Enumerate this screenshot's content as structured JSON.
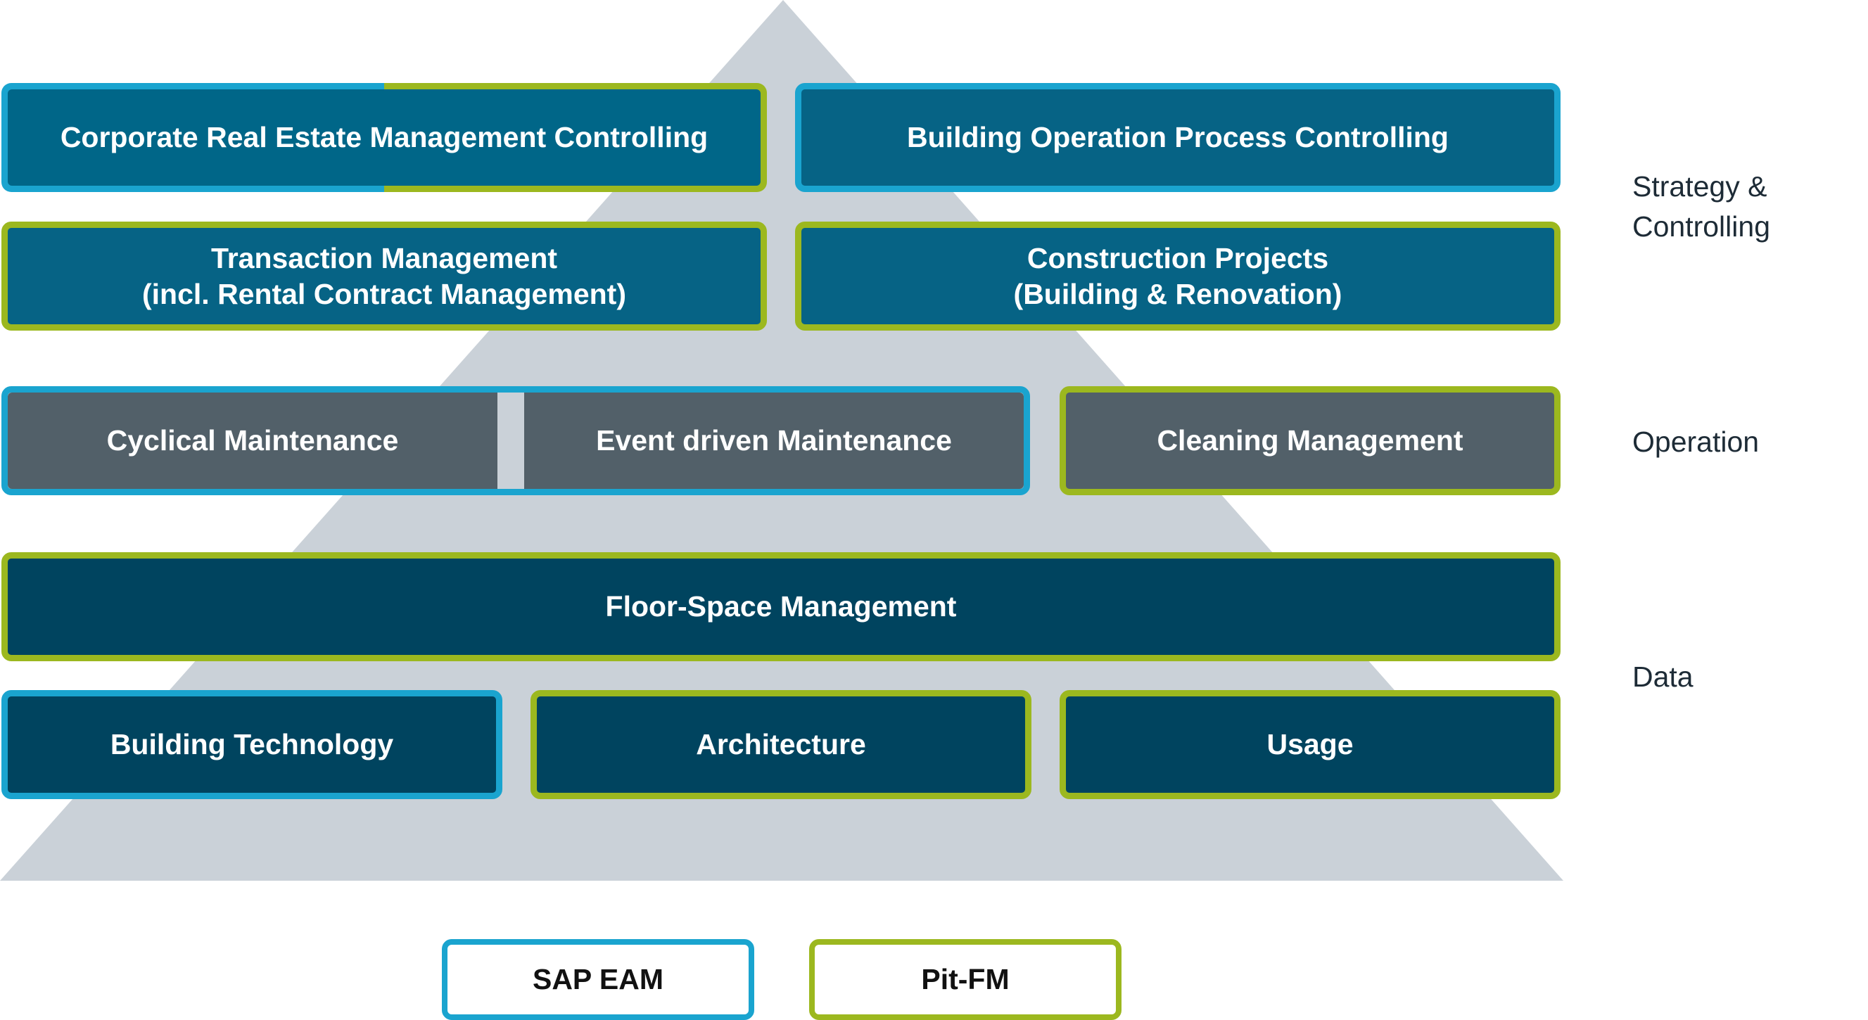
{
  "colors": {
    "pyramid": "#cad1d8",
    "sap_eam_border": "#1aa4cf",
    "pit_fm_border": "#9cb81f",
    "strategy_fill": "#066385",
    "operation_fill": "#526069",
    "data_fill": "#00445f"
  },
  "strategy": {
    "crem_controlling": "Corporate Real Estate Management Controlling",
    "building_operation_controlling": "Building Operation Process Controlling",
    "transaction_mgmt_line1": "Transaction Management",
    "transaction_mgmt_line2": "(incl. Rental Contract Management)",
    "construction_line1": "Construction Projects",
    "construction_line2": "(Building & Renovation)"
  },
  "operation": {
    "cyclical": "Cyclical Maintenance",
    "event_driven": "Event driven Maintenance",
    "cleaning": "Cleaning Management"
  },
  "data_layer": {
    "floor_space": "Floor-Space Management",
    "building_technology": "Building Technology",
    "architecture": "Architecture",
    "usage": "Usage"
  },
  "levels": {
    "strategy_line1": "Strategy &",
    "strategy_line2": "Controlling",
    "operation": "Operation",
    "data": "Data"
  },
  "legend": {
    "sap_eam": "SAP EAM",
    "pit_fm": "Pit-FM"
  }
}
